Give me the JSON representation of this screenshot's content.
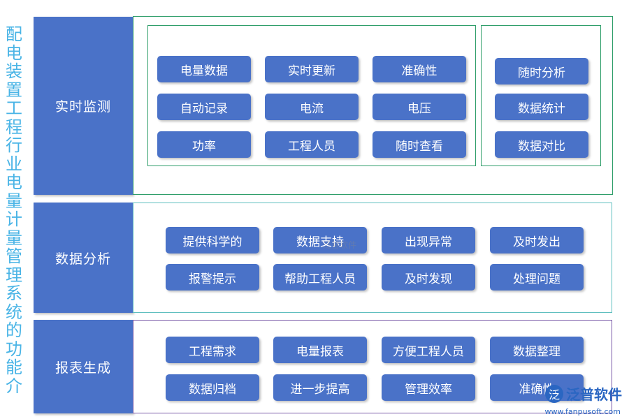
{
  "title": "配电装置工程行业电量计量管理系统的功能介",
  "sections": [
    {
      "label": "实时监测",
      "left_group": [
        "电量数据",
        "实时更新",
        "准确性",
        "自动记录",
        "电流",
        "电压",
        "功率",
        "工程人员",
        "随时查看"
      ],
      "right_group": [
        "随时分析",
        "数据统计",
        "数据对比"
      ]
    },
    {
      "label": "数据分析",
      "items": [
        "提供科学的",
        "数据支持",
        "出现异常",
        "及时发出",
        "报警提示",
        "帮助工程人员",
        "及时发现",
        "处理问题"
      ]
    },
    {
      "label": "报表生成",
      "items": [
        "工程需求",
        "电量报表",
        "方便工程人员",
        "数据整理",
        "数据归档",
        "进一步提高",
        "管理效率",
        "准确性"
      ]
    }
  ],
  "watermark": {
    "brand": "泛普软件",
    "url": "www.fanpusoft.com"
  },
  "colors": {
    "chip": "#4a72c8",
    "title": "#49b4e6",
    "border_green": "#2f9e6a",
    "border_teal": "#5fbfbf",
    "border_purple": "#7a5aa8"
  }
}
